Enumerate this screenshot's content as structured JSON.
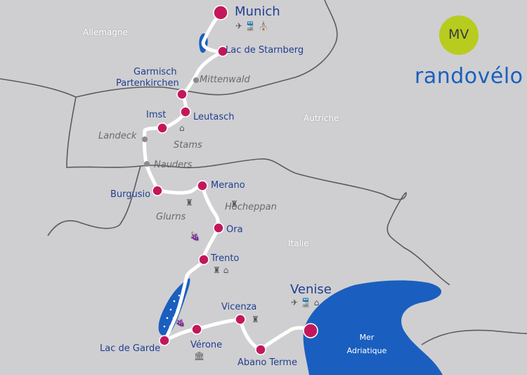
{
  "map": {
    "brand_logo": "MV",
    "brand_name": "randovélo",
    "countries": {
      "germany": "Allemagne",
      "austria": "Autriche",
      "italy": "Italie"
    },
    "sea": {
      "line1": "Mer",
      "line2": "Adriatique"
    },
    "stages": {
      "munich": "Munich",
      "starnberg": "Lac de Starnberg",
      "garmisch1": "Garmisch",
      "garmisch2": "Partenkirchen",
      "leutasch": "Leutasch",
      "imst": "Imst",
      "burgusio": "Burgusio",
      "merano": "Merano",
      "ora": "Ora",
      "trento": "Trento",
      "garda": "Lac de Garde",
      "verona": "Vérone",
      "vicenza": "Vicenza",
      "abano": "Abano Terme",
      "venice": "Venise"
    },
    "via_points": {
      "mittenwald": "Mittenwald",
      "landeck": "Landeck",
      "stams": "Stams",
      "nauders": "Nauders",
      "glurns": "Glurns",
      "hocheppan": "Hocheppan"
    },
    "colors": {
      "land": "#cfcfd1",
      "border": "#5c5c60",
      "route": "#ffffff",
      "stage_marker": "#c2185b",
      "via_marker": "#8a8a8a",
      "water": "#1a5fbf",
      "stage_text": "#1f3f8f",
      "logo": "#b7cc1f"
    },
    "icons": [
      "plane-icon",
      "train-icon",
      "monument-icon",
      "castle-icon",
      "grapes-icon",
      "column-icon"
    ]
  }
}
